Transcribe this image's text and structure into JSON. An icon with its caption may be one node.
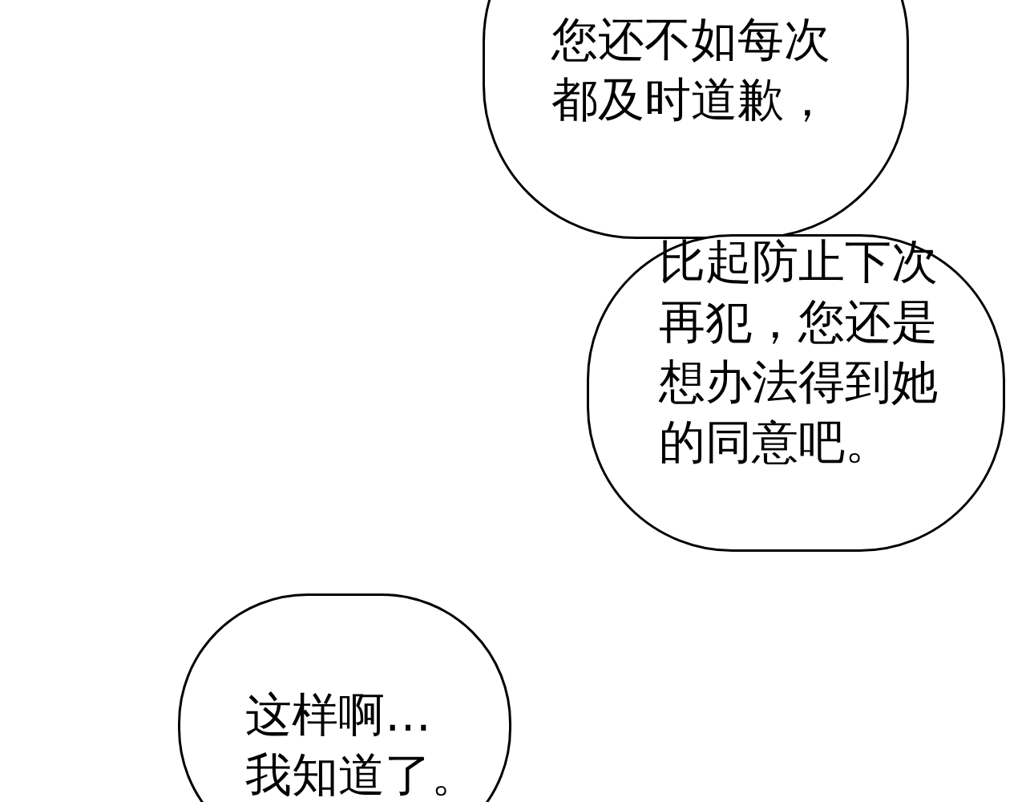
{
  "diagram": {
    "nodes": [
      {
        "text": [
          "您还不如每次都及时道歉，"
        ]
      },
      {
        "text": [
          "比起防止下次再犯，您还是想办法得到她的同意吧。"
        ]
      },
      {
        "text": [
          "这样啊…我知道了。"
        ]
      }
    ]
  }
}
